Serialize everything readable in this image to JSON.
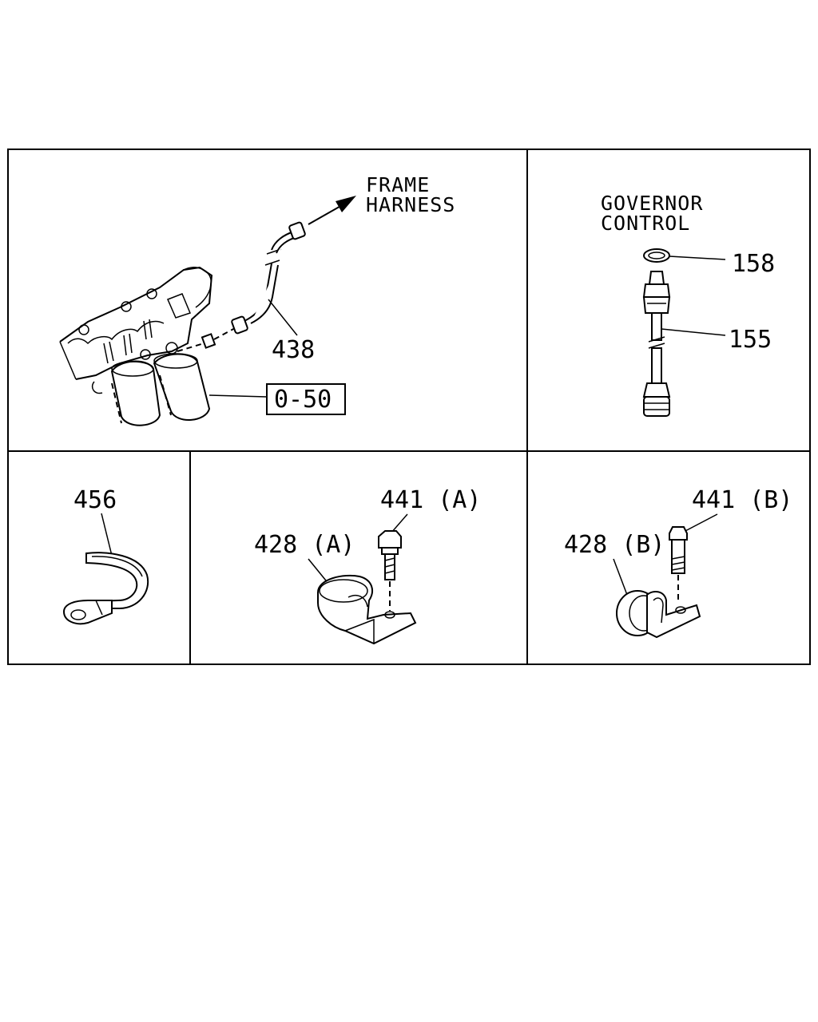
{
  "panels": {
    "main": {
      "destination_label_line1": "FRAME",
      "destination_label_line2": "HARNESS",
      "callout_hose": "438",
      "reference_box": "0-50"
    },
    "governor": {
      "caption_line1": "GOVERNOR",
      "caption_line2": "CONTROL",
      "callout_washer": "158",
      "callout_hose": "155"
    },
    "clip": {
      "callout": "456"
    },
    "clamp_a": {
      "callout_clamp": "428 (A)",
      "callout_bolt": "441 (A)"
    },
    "clamp_b": {
      "callout_clamp": "428 (B)",
      "callout_bolt": "441 (B)"
    }
  }
}
